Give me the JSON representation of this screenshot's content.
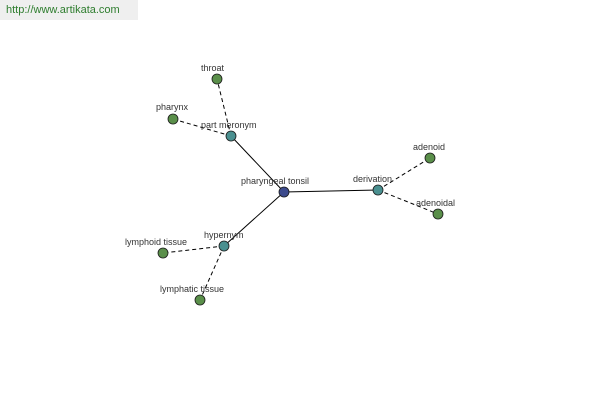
{
  "source_link": "http://www.artikata.com",
  "colors": {
    "center": "#3c4a8c",
    "relation": "#4a9090",
    "leaf": "#5a8f4a",
    "edge": "#000000",
    "link_text": "#2e7d2e"
  },
  "graph": {
    "center": {
      "id": "pharyngeal_tonsil",
      "label": "pharyngeal tonsil"
    },
    "relations": [
      {
        "id": "part_meronym",
        "label": "part meronym",
        "leaves": [
          {
            "id": "throat",
            "label": "throat"
          },
          {
            "id": "pharynx",
            "label": "pharynx"
          }
        ]
      },
      {
        "id": "derivation",
        "label": "derivation",
        "leaves": [
          {
            "id": "adenoid",
            "label": "adenoid"
          },
          {
            "id": "adenoidal",
            "label": "adenoidal"
          }
        ]
      },
      {
        "id": "hypernym",
        "label": "hypernym",
        "leaves": [
          {
            "id": "lymphoid_tissue",
            "label": "lymphoid tissue"
          },
          {
            "id": "lymphatic_tissue",
            "label": "lymphatic tissue"
          }
        ]
      }
    ]
  }
}
